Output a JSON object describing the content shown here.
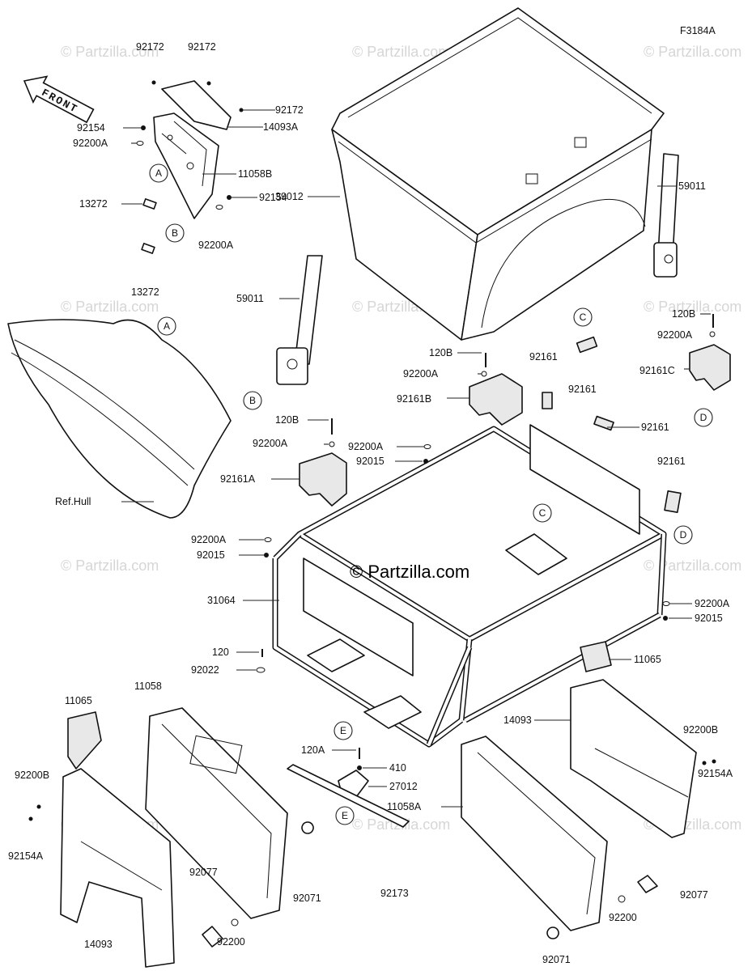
{
  "diagram_id": "F3184A",
  "brand": "© Partzilla.com",
  "watermark": "© Partzilla.com",
  "front_label": "FRONT",
  "ref_hull_label": "Ref.Hull",
  "callouts": [
    {
      "id": "c1",
      "text": "92172"
    },
    {
      "id": "c2",
      "text": "92172"
    },
    {
      "id": "c3",
      "text": "92172"
    },
    {
      "id": "c4",
      "text": "92154"
    },
    {
      "id": "c5",
      "text": "14093A"
    },
    {
      "id": "c6",
      "text": "92200A"
    },
    {
      "id": "c7",
      "text": "11058B"
    },
    {
      "id": "c8",
      "text": "13272"
    },
    {
      "id": "c9",
      "text": "92154"
    },
    {
      "id": "c10",
      "text": "92200A"
    },
    {
      "id": "c11",
      "text": "13272"
    },
    {
      "id": "c12",
      "text": "39012"
    },
    {
      "id": "c13",
      "text": "59011"
    },
    {
      "id": "c14",
      "text": "59011"
    },
    {
      "id": "c15",
      "text": "120B"
    },
    {
      "id": "c16",
      "text": "92200A"
    },
    {
      "id": "c17",
      "text": "92161B"
    },
    {
      "id": "c18",
      "text": "92161"
    },
    {
      "id": "c19",
      "text": "92161"
    },
    {
      "id": "c20",
      "text": "120B"
    },
    {
      "id": "c21",
      "text": "92200A"
    },
    {
      "id": "c22",
      "text": "92161C"
    },
    {
      "id": "c23",
      "text": "120B"
    },
    {
      "id": "c24",
      "text": "92200A"
    },
    {
      "id": "c25",
      "text": "92200A"
    },
    {
      "id": "c26",
      "text": "92015"
    },
    {
      "id": "c27",
      "text": "92161"
    },
    {
      "id": "c28",
      "text": "92161A"
    },
    {
      "id": "c29",
      "text": "92161"
    },
    {
      "id": "c30",
      "text": "92200A"
    },
    {
      "id": "c31",
      "text": "92015"
    },
    {
      "id": "c32",
      "text": "31064"
    },
    {
      "id": "c33",
      "text": "92200A"
    },
    {
      "id": "c34",
      "text": "92015"
    },
    {
      "id": "c35",
      "text": "120"
    },
    {
      "id": "c36",
      "text": "92022"
    },
    {
      "id": "c37",
      "text": "11065"
    },
    {
      "id": "c38",
      "text": "11065"
    },
    {
      "id": "c39",
      "text": "11058"
    },
    {
      "id": "c40",
      "text": "14093"
    },
    {
      "id": "c41",
      "text": "92200B"
    },
    {
      "id": "c42",
      "text": "92200B"
    },
    {
      "id": "c43",
      "text": "120A"
    },
    {
      "id": "c44",
      "text": "410"
    },
    {
      "id": "c45",
      "text": "27012"
    },
    {
      "id": "c46",
      "text": "11058A"
    },
    {
      "id": "c47",
      "text": "92154A"
    },
    {
      "id": "c48",
      "text": "92154A"
    },
    {
      "id": "c49",
      "text": "92077"
    },
    {
      "id": "c50",
      "text": "92071"
    },
    {
      "id": "c51",
      "text": "92173"
    },
    {
      "id": "c52",
      "text": "92077"
    },
    {
      "id": "c53",
      "text": "92200"
    },
    {
      "id": "c54",
      "text": "92200"
    },
    {
      "id": "c55",
      "text": "14093"
    },
    {
      "id": "c56",
      "text": "92071"
    }
  ],
  "ref_markers": [
    {
      "id": "m1",
      "text": "A"
    },
    {
      "id": "m2",
      "text": "B"
    },
    {
      "id": "m3",
      "text": "A"
    },
    {
      "id": "m4",
      "text": "B"
    },
    {
      "id": "m5",
      "text": "C"
    },
    {
      "id": "m6",
      "text": "D"
    },
    {
      "id": "m7",
      "text": "C"
    },
    {
      "id": "m8",
      "text": "D"
    },
    {
      "id": "m9",
      "text": "E"
    },
    {
      "id": "m10",
      "text": "E"
    }
  ]
}
